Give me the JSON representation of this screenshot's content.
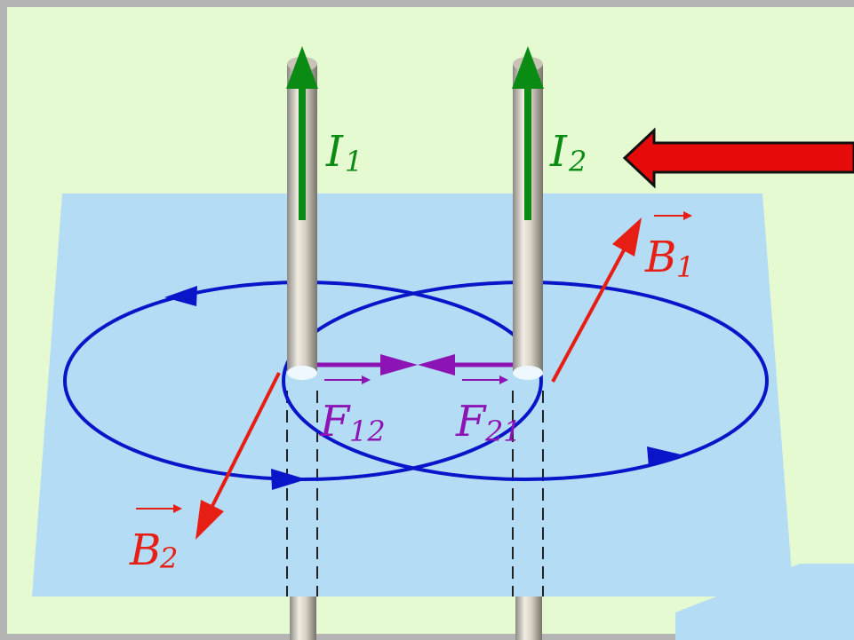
{
  "colors": {
    "frame": "#b4b4b4",
    "background": "#e6fad2",
    "plane": "#b4dcf5",
    "field_lines": "#0a14c8",
    "current": "#0a8c14",
    "field_vector": "#e61e14",
    "force": "#8c14b4",
    "pointer_arrow": "#e60a0a",
    "wire_light": "#f2ede2",
    "wire_dark": "#8c8a86"
  },
  "labels": {
    "current_1": {
      "symbol": "I",
      "subscript": "1"
    },
    "current_2": {
      "symbol": "I",
      "subscript": "2"
    },
    "field_1": {
      "symbol": "B",
      "subscript": "1"
    },
    "field_2": {
      "symbol": "B",
      "subscript": "2"
    },
    "force_12": {
      "symbol": "F",
      "subscript": "12"
    },
    "force_21": {
      "symbol": "F",
      "subscript": "21"
    }
  },
  "icons": {
    "pointer": "left-pointing-red-arrow"
  }
}
